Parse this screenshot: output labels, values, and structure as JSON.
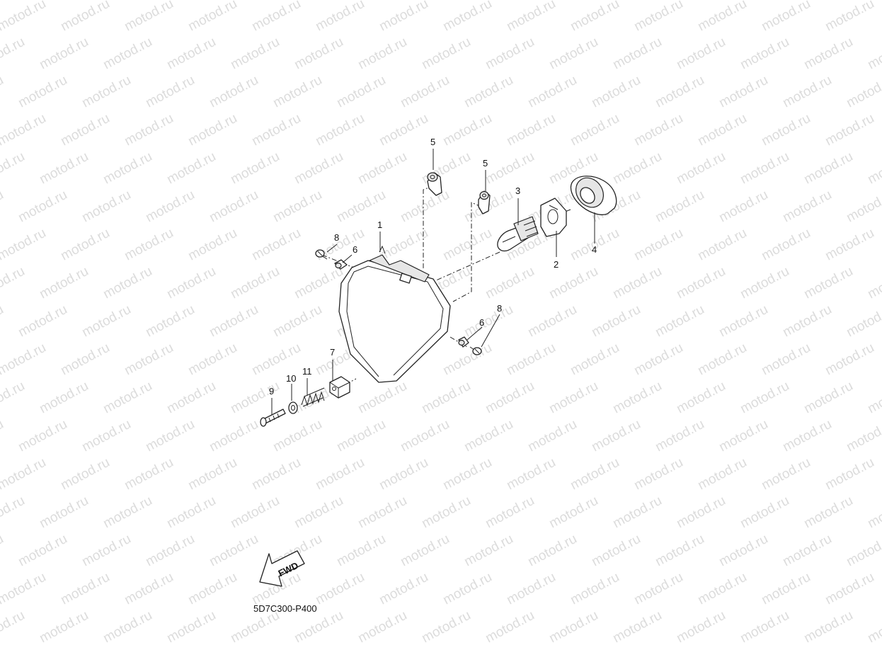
{
  "watermark": {
    "text": "motod.ru"
  },
  "callouts": {
    "p1": "1",
    "p2": "2",
    "p3": "3",
    "p4": "4",
    "p5a": "5",
    "p5b": "5",
    "p6a": "6",
    "p6b": "6",
    "p7": "7",
    "p8a": "8",
    "p8b": "8",
    "p9": "9",
    "p10": "10",
    "p11": "11"
  },
  "direction_arrow": {
    "label": "FWD"
  },
  "diagram_code": "5D7C300-P400"
}
